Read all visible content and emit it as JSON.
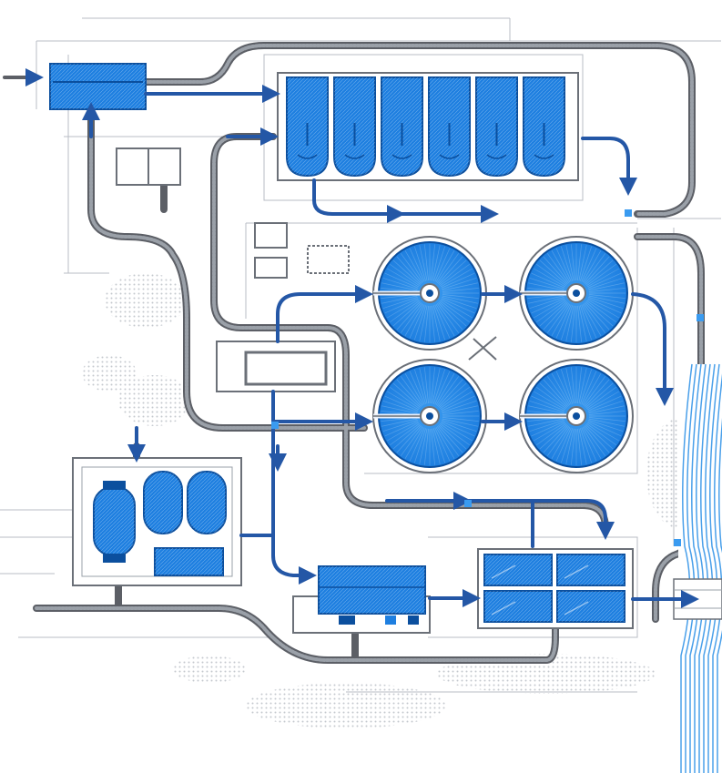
{
  "diagram": {
    "kind": "water-treatment-plant-site-plan",
    "colors": {
      "background": "#ffffff",
      "unit_fill": "#1e7fe0",
      "unit_fill_light": "#3a9bf0",
      "unit_dark": "#0b4f9e",
      "flow_arrow": "#2457a6",
      "pipe": "#5c5f66",
      "pipe_light": "#9aa0a8",
      "site_line": "#b8bcc4",
      "foliage": "#c4c8ce",
      "river": "#2a8fe6"
    },
    "units": [
      {
        "id": "intake-tank",
        "icon": "horizontal-tank-icon"
      },
      {
        "id": "filter-basin",
        "icon": "filter-cells-icon",
        "cells": 6
      },
      {
        "id": "clarifier-1",
        "icon": "circular-clarifier-icon"
      },
      {
        "id": "clarifier-2",
        "icon": "circular-clarifier-icon"
      },
      {
        "id": "clarifier-3",
        "icon": "circular-clarifier-icon"
      },
      {
        "id": "clarifier-4",
        "icon": "circular-clarifier-icon"
      },
      {
        "id": "chemical-storage",
        "icon": "storage-tanks-icon",
        "tanks": 3
      },
      {
        "id": "pump-building",
        "icon": "building-icon"
      },
      {
        "id": "treated-water-basins",
        "icon": "basin-grid-icon",
        "cells": 4
      },
      {
        "id": "river-outfall",
        "icon": "river-icon"
      }
    ],
    "flow_sequence": [
      "intake-tank",
      "filter-basin",
      "clarifier-1",
      "clarifier-2",
      "clarifier-3",
      "clarifier-4",
      "pump-building",
      "treated-water-basins",
      "river-outfall"
    ]
  }
}
